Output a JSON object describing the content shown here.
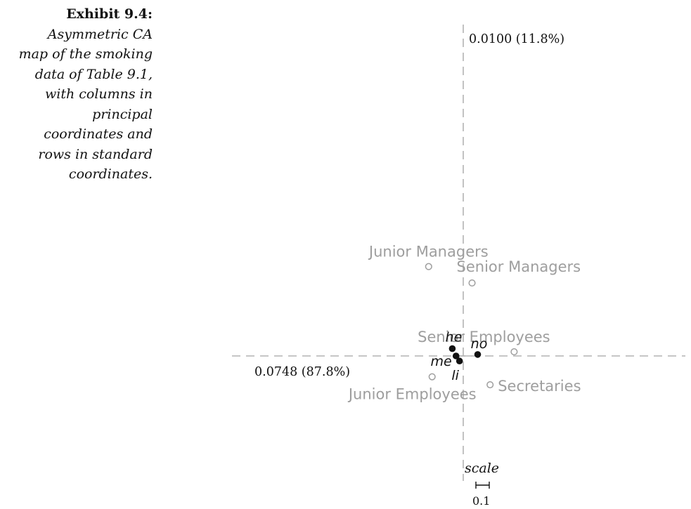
{
  "caption": {
    "exhibit": "Exhibit 9.4:",
    "lines": [
      "Asymmetric CA",
      "map of the smoking",
      "data of Table 9.1,",
      "with columns in",
      "principal",
      "coordinates and",
      "rows in standard",
      "coordinates."
    ]
  },
  "chart_data": {
    "type": "scatter",
    "title": "",
    "axis_labels": {
      "horizontal": "0.0748 (87.8%)",
      "vertical": "0.0100 (11.8%)"
    },
    "scale": {
      "label": "scale",
      "value": "0.1"
    },
    "series": [
      {
        "points": [
          {
            "label": "Senior Managers",
            "x": 0.066,
            "y": 0.547
          },
          {
            "label": "Junior Managers",
            "x": -0.259,
            "y": 0.67
          },
          {
            "label": "Senior Employees",
            "x": 0.381,
            "y": 0.031
          },
          {
            "label": "Junior Employees",
            "x": -0.233,
            "y": -0.156
          },
          {
            "label": "Secretaries",
            "x": 0.201,
            "y": -0.216
          }
        ]
      },
      {
        "points": [
          {
            "label": "no",
            "x": 0.108,
            "y": 0.011
          },
          {
            "label": "li",
            "x": -0.028,
            "y": -0.038
          },
          {
            "label": "me",
            "x": -0.054,
            "y": 0.0
          },
          {
            "label": "he",
            "x": -0.082,
            "y": 0.055
          }
        ]
      }
    ],
    "grid": false,
    "legend": "none"
  }
}
